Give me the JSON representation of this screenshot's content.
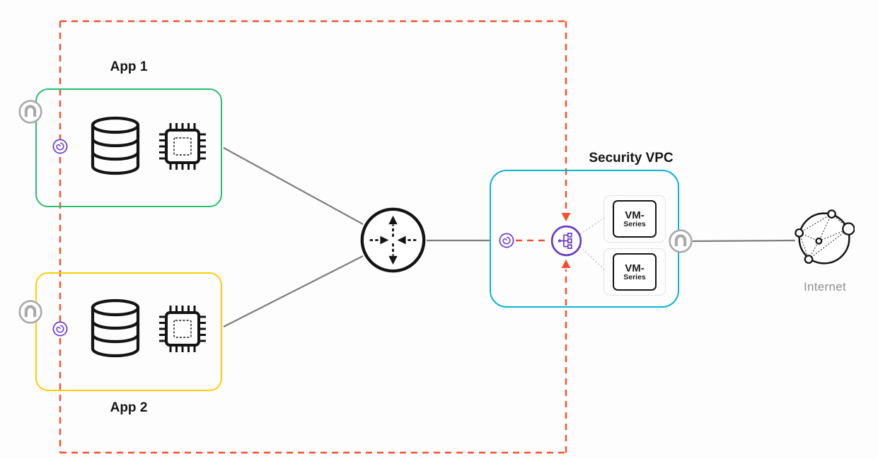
{
  "labels": {
    "app1": "App 1",
    "app2": "App 2",
    "security_vpc": "Security VPC",
    "internet": "Internet"
  },
  "vm_series": {
    "line1": "VM-",
    "line2": "Series"
  },
  "icons": {
    "database-icon": "black outline cylinder",
    "cpu-chip-icon": "black outline chip with pins and dashed core",
    "transit-gateway-icon": "circle with vertical outward arrows and horizontal inward arrows",
    "gateway-spiral-icon": "small purple circle with spiral",
    "peering-horseshoe-icon": "gray circle with horseshoe glyph",
    "firewall-icon": "purple circle with segmentation tree glyph",
    "internet-globe-icon": "circle with connected nodes",
    "vm-series-node": "black bordered rounded box"
  },
  "colors": {
    "app1-border": "#27c06e",
    "app2-border": "#ffcd00",
    "security-border": "#0cb4d6",
    "flow": "#f4502c",
    "connector": "#7d7d7d",
    "purple": "#6a3bc8",
    "gray-icon": "#a9a9a9",
    "ink": "#141414",
    "muted": "#8f8f8f"
  }
}
